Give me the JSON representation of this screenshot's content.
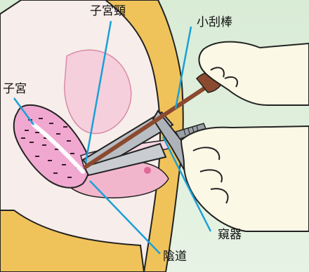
{
  "labels": {
    "cervix": "子宮頸",
    "spatula": "小刮棒",
    "uterus": "子宮",
    "speculum": "窺器",
    "vagina": "陰道"
  },
  "colors": {
    "background": "#dcefd9",
    "body_tissue": "#f7edea",
    "pelvis": "#f0c35a",
    "uterus_fill": "#f0a8d0",
    "uterus_dots": "#3a1a2a",
    "mucosa": "#f2b6cc",
    "spatula": "#8b4a2f",
    "speculum": "#b9bec4",
    "glove": "#fbf8e6",
    "leader_line": "#1aa0d8"
  },
  "icons": [
    "uterus-illustration",
    "speculum-illustration",
    "spatula-illustration",
    "gloved-hands-illustration"
  ]
}
